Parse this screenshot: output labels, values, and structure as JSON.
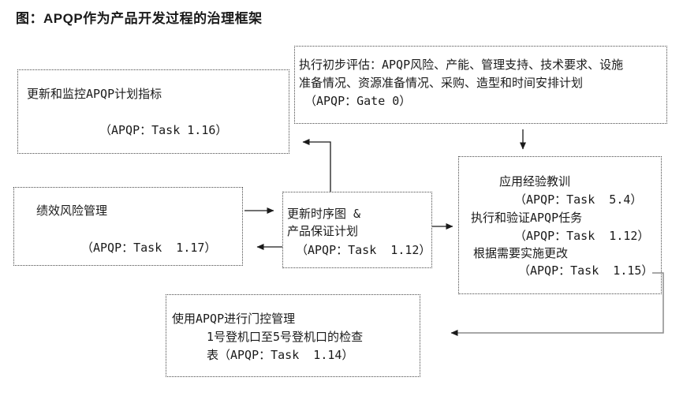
{
  "title": "图：APQP作为产品开发过程的治理框架",
  "colors": {
    "text": "#1a1a1a",
    "box_border": "#4a4a4a",
    "arrow_black": "#1a1a1a",
    "arrow_gray": "#8c8c8c",
    "background": "#ffffff"
  },
  "boxes": {
    "update_metrics": {
      "lines": [
        "更新和监控APQP计划指标",
        "（APQP：Task 1.16）"
      ]
    },
    "initial_assessment": {
      "lines": [
        "执行初步评估：APQP风险、产能、管理支持、技术要求、设施",
        "准备情况、资源准备情况、采购、造型和时间安排计划",
        "（APQP：Gate 0）"
      ]
    },
    "performance_risk": {
      "lines": [
        "绩效风险管理",
        "（APQP：Task  1.17）"
      ]
    },
    "update_timing_chart": {
      "lines": [
        "更新时序图 &",
        "产品保证计划",
        "（APQP：Task  1.12）"
      ]
    },
    "apply_lessons": {
      "lines": [
        "应用经验教训",
        "（APQP：Task  5.4）",
        "执行和验证APQP任务",
        "（APQP：Task  1.12）",
        "根据需要实施更改",
        "（APQP：Task  1.15）"
      ]
    },
    "gate_management": {
      "lines": [
        "使用APQP进行门控管理",
        "1号登机口至5号登机口的检查",
        "表（APQP：Task  1.14）"
      ]
    }
  }
}
